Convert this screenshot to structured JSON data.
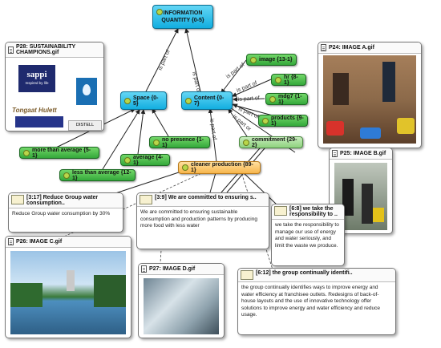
{
  "nodes": {
    "information_quantity": {
      "line1": "INFORMATION",
      "line2": "QUANTITY {0-5}"
    },
    "space": "Space {0-5}",
    "content": "Content {0-7}",
    "image": "image {13-1}",
    "hr": "hr {8-1}",
    "mdg7": "mdg7 {1-1}",
    "products": "products {9-1}",
    "commitment": "commitment {29-2}",
    "no_presence": "no presence {1-1}",
    "more_than_average": "more than average {5-1}",
    "average": "average {4-1}",
    "less_than_average": "less than average {12-1}",
    "cleaner_production": "cleaner production {89-1}"
  },
  "edge_labels": {
    "space_to_info": "is part of",
    "content_to_info": "is part of",
    "image": "is part of",
    "hr": "is part of",
    "mdg7": "is part of",
    "products": "is part of",
    "commitment": "is part or",
    "cleaner_production": "is part of"
  },
  "images": {
    "p28": {
      "title": "P28: SUSTAINABILITY CHAMPIONS.gif",
      "logos": {
        "sappi": "sappi",
        "sappi_tag": "Inspired by life",
        "tongaat": "Tongaat Hulett",
        "distell": "DISTELL"
      }
    },
    "p24": {
      "title": "P24: IMAGE A.gif"
    },
    "p25": {
      "title": "P25: IMAGE B.gif"
    },
    "p26": {
      "title": "P26: IMAGE C.gif"
    },
    "p27": {
      "title": "P27: IMAGE D.gif"
    }
  },
  "quotes": {
    "q317": {
      "title": "[3:17] Reduce Group water consumption..",
      "body": "Reduce Group water consumption by 30%"
    },
    "q39": {
      "title": "[3:9] We are committed to ensuring s..",
      "body": "We are committed to ensuring sustainable consumption and production patterns by producing more food with less water"
    },
    "q68": {
      "title": "[6:8] we take the responsibility to ..",
      "body": "we take the responsibility to manage our use of energy and water seriously, and limit the waste we produce."
    },
    "q612": {
      "title": "[6:12] the group continually identifi..",
      "body": "the group continually identifies ways to improve energy and water efficiency at franchisee outlets. Redesigns of back-of-house layouts and the use of innovative technology offer solutions to improve energy and water efficiency and reduce usage."
    }
  }
}
